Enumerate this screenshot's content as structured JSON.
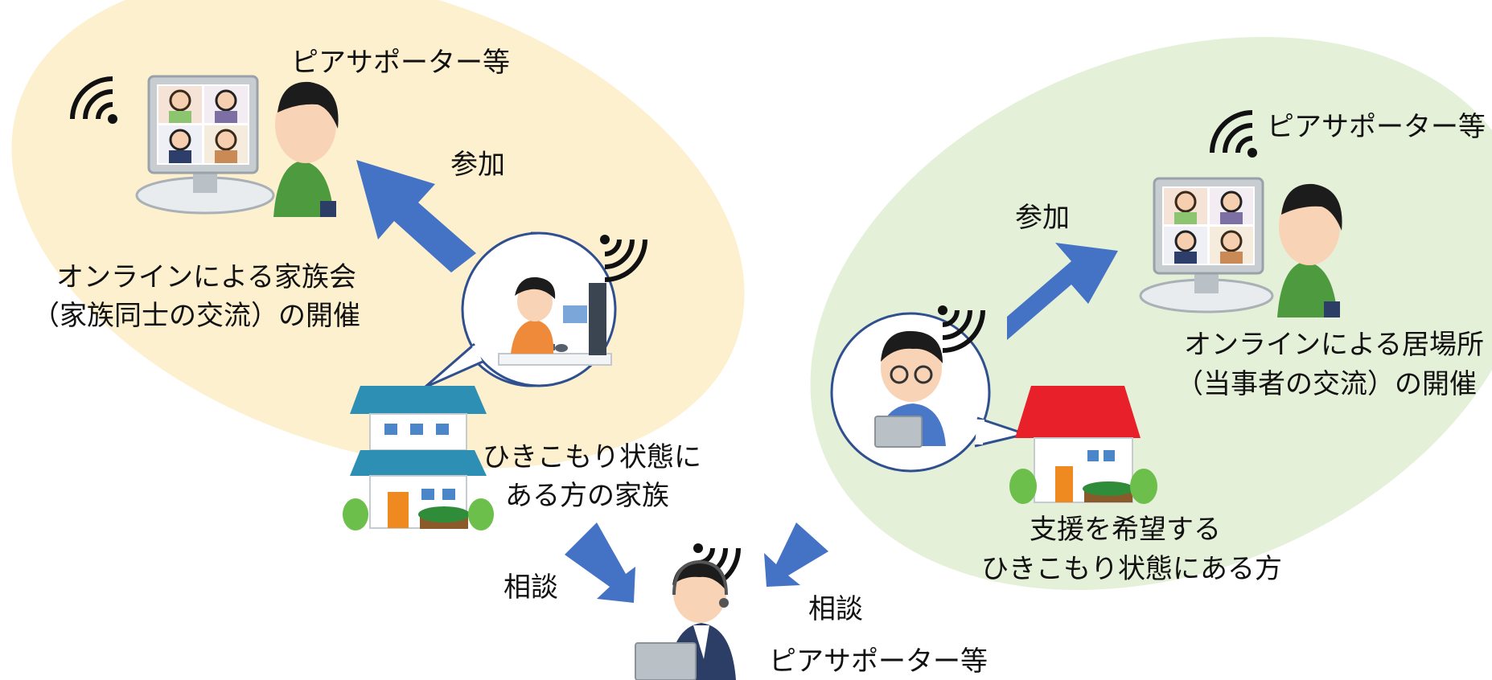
{
  "left_group": {
    "peer_label": "ピアサポーター等",
    "join_label": "参加",
    "event_line1": "オンラインによる家族会",
    "event_line2": "（家族同士の交流）の開催",
    "family_line1": "ひきこもり状態に",
    "family_line2": "ある方の家族",
    "region_color": "#fdf0cf"
  },
  "right_group": {
    "peer_label": "ピアサポーター等",
    "join_label": "参加",
    "event_line1": "オンラインによる居場所",
    "event_line2": "（当事者の交流）の開催",
    "person_line1": "支援を希望する",
    "person_line2": "ひきこもり状態にある方",
    "region_color": "#e5f0d9"
  },
  "bottom": {
    "consult_left": "相談",
    "consult_right": "相談",
    "peer_label": "ピアサポーター等"
  },
  "colors": {
    "arrow": "#4472c4",
    "bubble_outline": "#2f4f8f",
    "roof_left": "#2e8fb5",
    "roof_right": "#e8202a",
    "monitor": "#c8cdd2"
  }
}
